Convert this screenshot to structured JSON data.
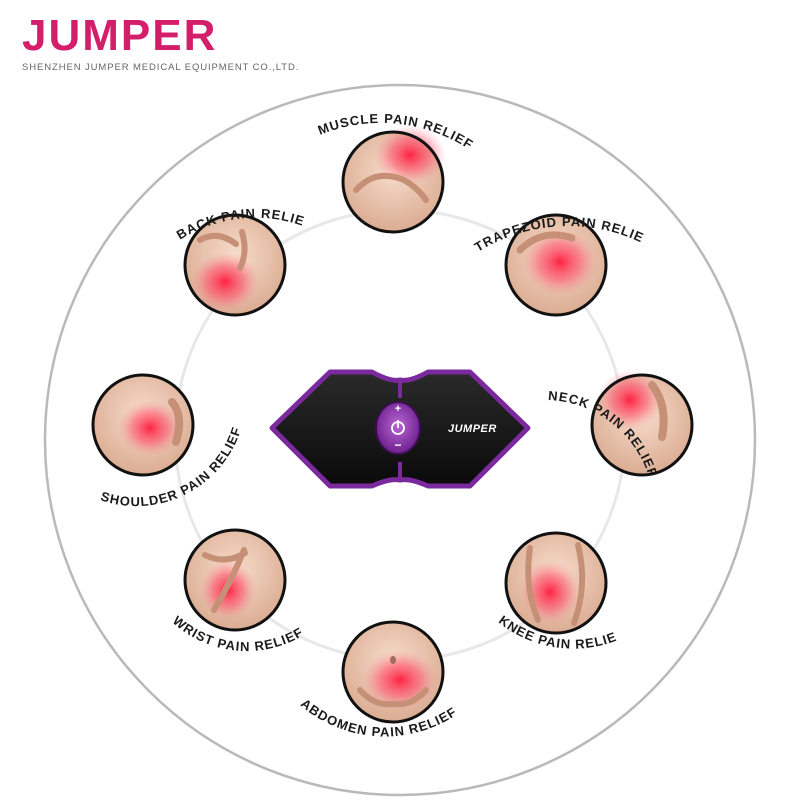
{
  "brand": {
    "name": "JUMPER",
    "company": "SHENZHEN JUMPER MEDICAL EQUIPMENT CO.,LTD.",
    "color": "#d31f6a"
  },
  "device": {
    "label": "JUMPER",
    "buttons": [
      "+",
      "−",
      "power-icon"
    ],
    "accent": "#7a2a9c"
  },
  "areas": [
    {
      "label": "MUSCLE PAIN RELIEF"
    },
    {
      "label": "TRAPEZOID PAIN RELIEF"
    },
    {
      "label": "NECK PAIN RELIEF"
    },
    {
      "label": "KNEE PAIN RELIEF"
    },
    {
      "label": "ABDOMEN PAIN RELIEF"
    },
    {
      "label": "WRIST PAIN RELIEF"
    },
    {
      "label": "SHOULDER PAIN RELIEF"
    },
    {
      "label": "BACK PAIN RELIEF"
    }
  ]
}
